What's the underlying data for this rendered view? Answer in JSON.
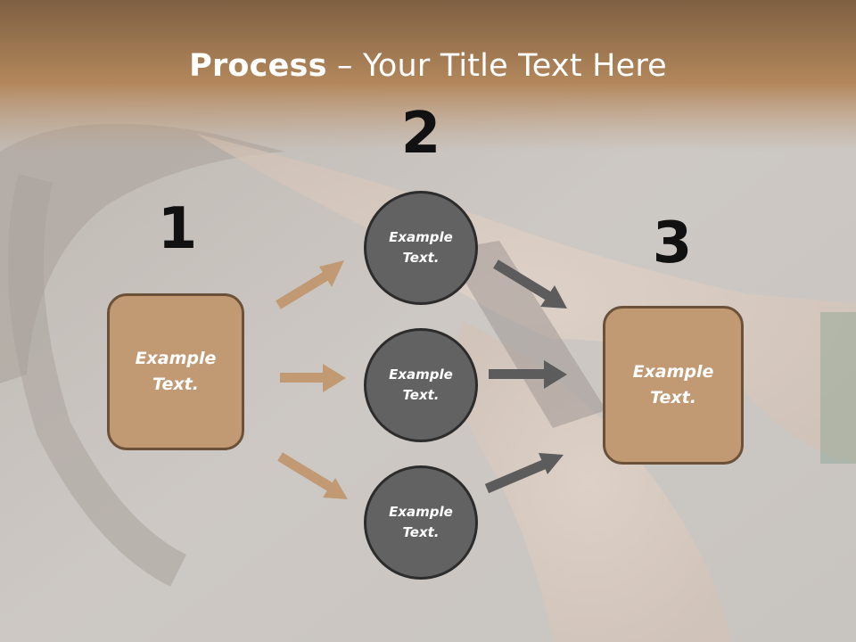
{
  "slide": {
    "title_bold": "Process",
    "title_rest": " – Your Title Text Here",
    "steps": {
      "one": "1",
      "two": "2",
      "three": "3"
    },
    "left_box": "Example Text.",
    "circles": [
      "Example Text.",
      "Example Text.",
      "Example Text."
    ],
    "right_box": "Example Text."
  },
  "colors": {
    "header_brown": "#9a6f47",
    "box_fill": "#c19a74",
    "box_border": "#6b5138",
    "circle_fill": "#626262",
    "circle_border": "#2c2c2c",
    "arrow_tan": "#c19a74",
    "arrow_gray": "#5c5c5c"
  }
}
